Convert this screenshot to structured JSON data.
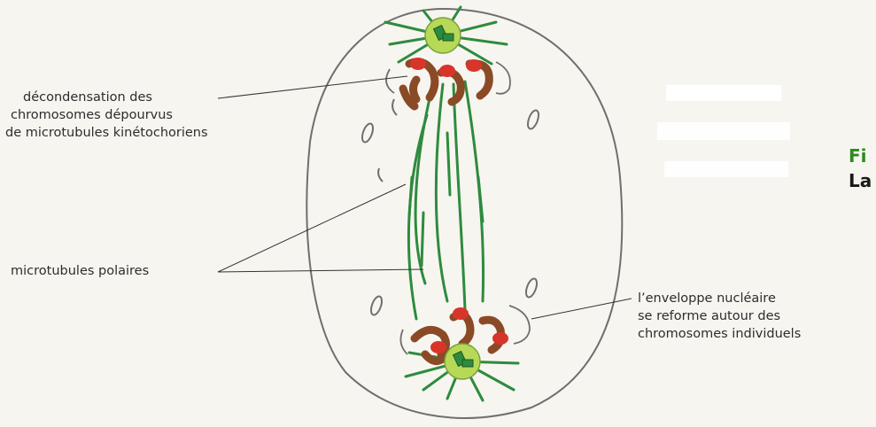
{
  "labels": {
    "decondensation": [
      "décondensation des",
      "chromosomes dépourvus",
      "de microtubules kinétochoriens"
    ],
    "polar_microtubules": "microtubules polaires",
    "nuclear_envelope": [
      "l’enveloppe nucléaire",
      "se reforme autour des",
      "chromosomes individuels"
    ]
  },
  "caption": {
    "line1": "Fi",
    "line2": "La"
  },
  "colors": {
    "microtubule": "#2e8b3e",
    "chromosome": "#8b4a26",
    "kinetochore": "#d8352a",
    "centrosome": "#b8d957",
    "caption_line1": "#2e8b1f",
    "caption_line2": "#1a1a1a",
    "cell_outline": "#6f6f6f",
    "leader_line": "#333333"
  }
}
